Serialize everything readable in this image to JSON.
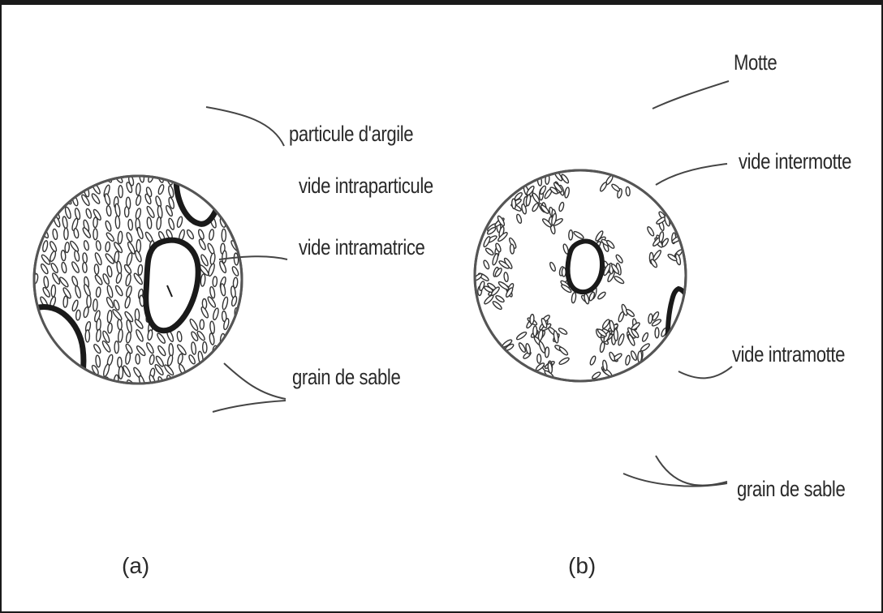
{
  "diagram_a": {
    "caption": "(a)",
    "labels": {
      "clay_particle": "particule d'argile",
      "intraparticle_void": "vide intraparticule",
      "intramatrix_void": "vide intramatrice",
      "sand_grain": "grain de sable"
    }
  },
  "diagram_b": {
    "caption": "(b)",
    "labels": {
      "clod": "Motte",
      "interclod_void": "vide intermotte",
      "intraclod_void": "vide intramotte",
      "sand_grain": "grain de sable"
    }
  },
  "colors": {
    "ink": "#2a2a2a",
    "background": "#ffffff",
    "border": "#1a1a1a"
  }
}
